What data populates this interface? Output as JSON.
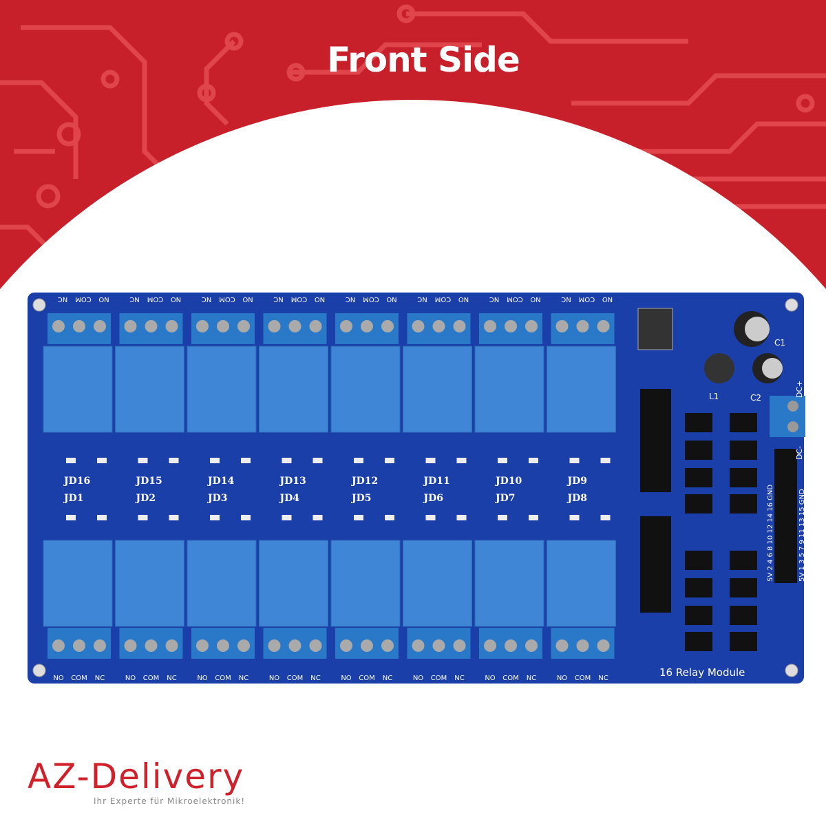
{
  "header": {
    "title": "Front Side"
  },
  "colors": {
    "background_red": "#c8202a",
    "trace_red": "#e0454c",
    "pcb_blue": "#1b3fa8",
    "relay_blue": "#3f86d6",
    "terminal_blue": "#2a78c8",
    "logo_red": "#d0202a"
  },
  "board": {
    "name": "16 Relay Module",
    "terminal_labels_top": [
      "NC",
      "COM",
      "NO"
    ],
    "terminal_labels_bottom": [
      "NO",
      "COM",
      "NC"
    ],
    "top_row_jumpers": [
      "JD16",
      "JD15",
      "JD14",
      "JD13",
      "JD12",
      "JD11",
      "JD10",
      "JD9"
    ],
    "bottom_row_jumpers": [
      "JD1",
      "JD2",
      "JD3",
      "JD4",
      "JD5",
      "JD6",
      "JD7",
      "JD8"
    ],
    "components": {
      "c1": "C1",
      "c2": "C2",
      "l1": "L1",
      "dc_plus": "DC+",
      "dc_minus": "DC-"
    },
    "header_pins_left": "5V 2 4 6 8 10 12 14 16 GND",
    "header_pins_right": "5V 1 3 5 7 9 11 13 15 GND"
  },
  "brand": {
    "logo": "AZ-Delivery",
    "tagline": "Ihr Experte für Mikroelektronik!"
  }
}
